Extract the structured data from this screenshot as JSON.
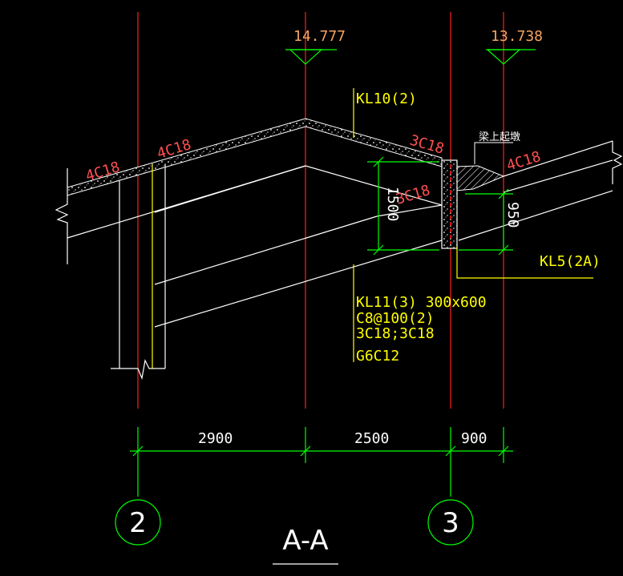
{
  "colors": {
    "background": "#000000",
    "axis_line": "#ff2020",
    "annotation": "#ffff00",
    "elevation": "#f4a460",
    "dimension": "#00ff00",
    "structure": "#ffffff",
    "rebar_label": "#ff5050"
  },
  "elevations": [
    "14.777",
    "13.738"
  ],
  "rebar_labels": [
    "4C18",
    "4C18",
    "3C18",
    "4C18",
    "3C18"
  ],
  "beam_labels": {
    "kl10": "KL10(2)",
    "kl5": "KL5(2A)",
    "kl11_lines": [
      "KL11(3) 300x600",
      "C8@100(2)",
      "3C18;3C18",
      "G6C12"
    ],
    "raised": "梁上起墩"
  },
  "dims": {
    "height_left": "1500",
    "height_right": "950",
    "spans": [
      "2900",
      "2500",
      "900"
    ]
  },
  "axis_labels": [
    "2",
    "3"
  ],
  "section_title": "A-A"
}
